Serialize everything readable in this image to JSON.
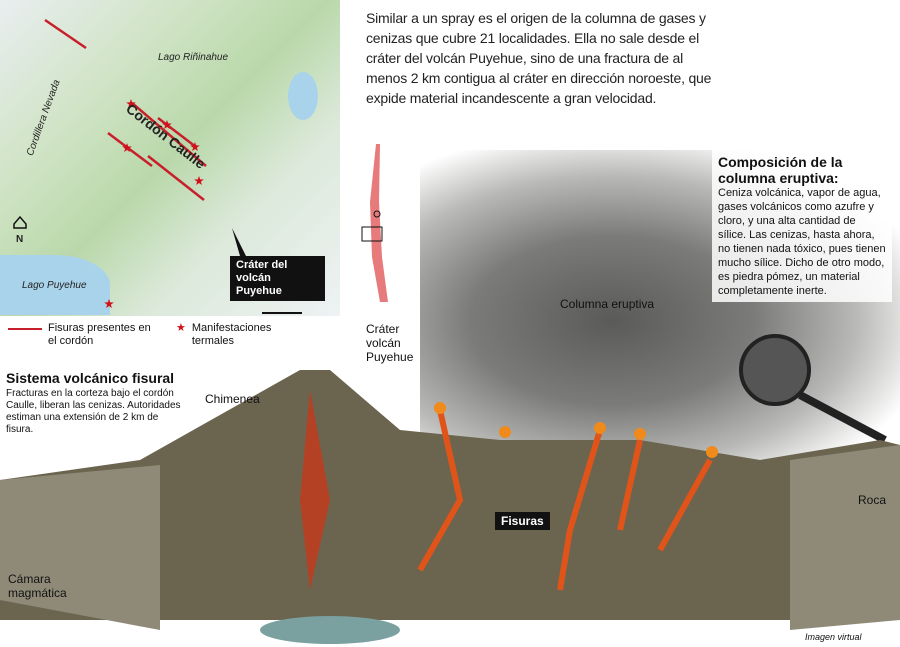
{
  "map": {
    "labels": {
      "lago_rininahue": "Lago Riñinahue",
      "cordillera": "Cordillera Nevada",
      "cordon": "Cordón Caulle",
      "lago_puyehue": "Lago Puyehue",
      "north": "N",
      "crater": "Cráter del volcán Puyehue"
    }
  },
  "legend": {
    "fisuras": "Fisuras presentes en el cordón",
    "manifestaciones": "Manifestaciones termales"
  },
  "headline": "Similar a un spray es el origen de la columna de gases y cenizas que cubre 21 localidades. Ella no sale desde el cráter del volcán Puyehue, sino de una fractura de al menos 2 km contigua al cráter en dirección noroeste, que expide material incandescente a gran velocidad.",
  "composition": {
    "title": "Composición de la columna eruptiva:",
    "body": "Ceniza volcánica, vapor de agua, gases volcánicos como azufre y cloro, y una alta cantidad de sílice. Las cenizas, hasta ahora, no tienen nada tóxico, pues tienen mucho sílice. Dicho de otro modo, es piedra pómez,  un material completamente inerte."
  },
  "system": {
    "title": "Sistema volcánico fisural",
    "body": "Fracturas en la corteza bajo el cordón Caulle, liberan las cenizas. Autoridades estiman una extensión de 2 km de fisura."
  },
  "diagram": {
    "crater": "Cráter volcán Puyehue",
    "chimenea": "Chimenea",
    "columna": "Columna eruptiva",
    "fisuras": "Fisuras",
    "roca": "Roca",
    "camara": "Cámara magmática",
    "credit": "Imagen virtual"
  },
  "colors": {
    "fissure": "#c8202a",
    "magma": "#e0541a",
    "rock": "#6b6550"
  }
}
